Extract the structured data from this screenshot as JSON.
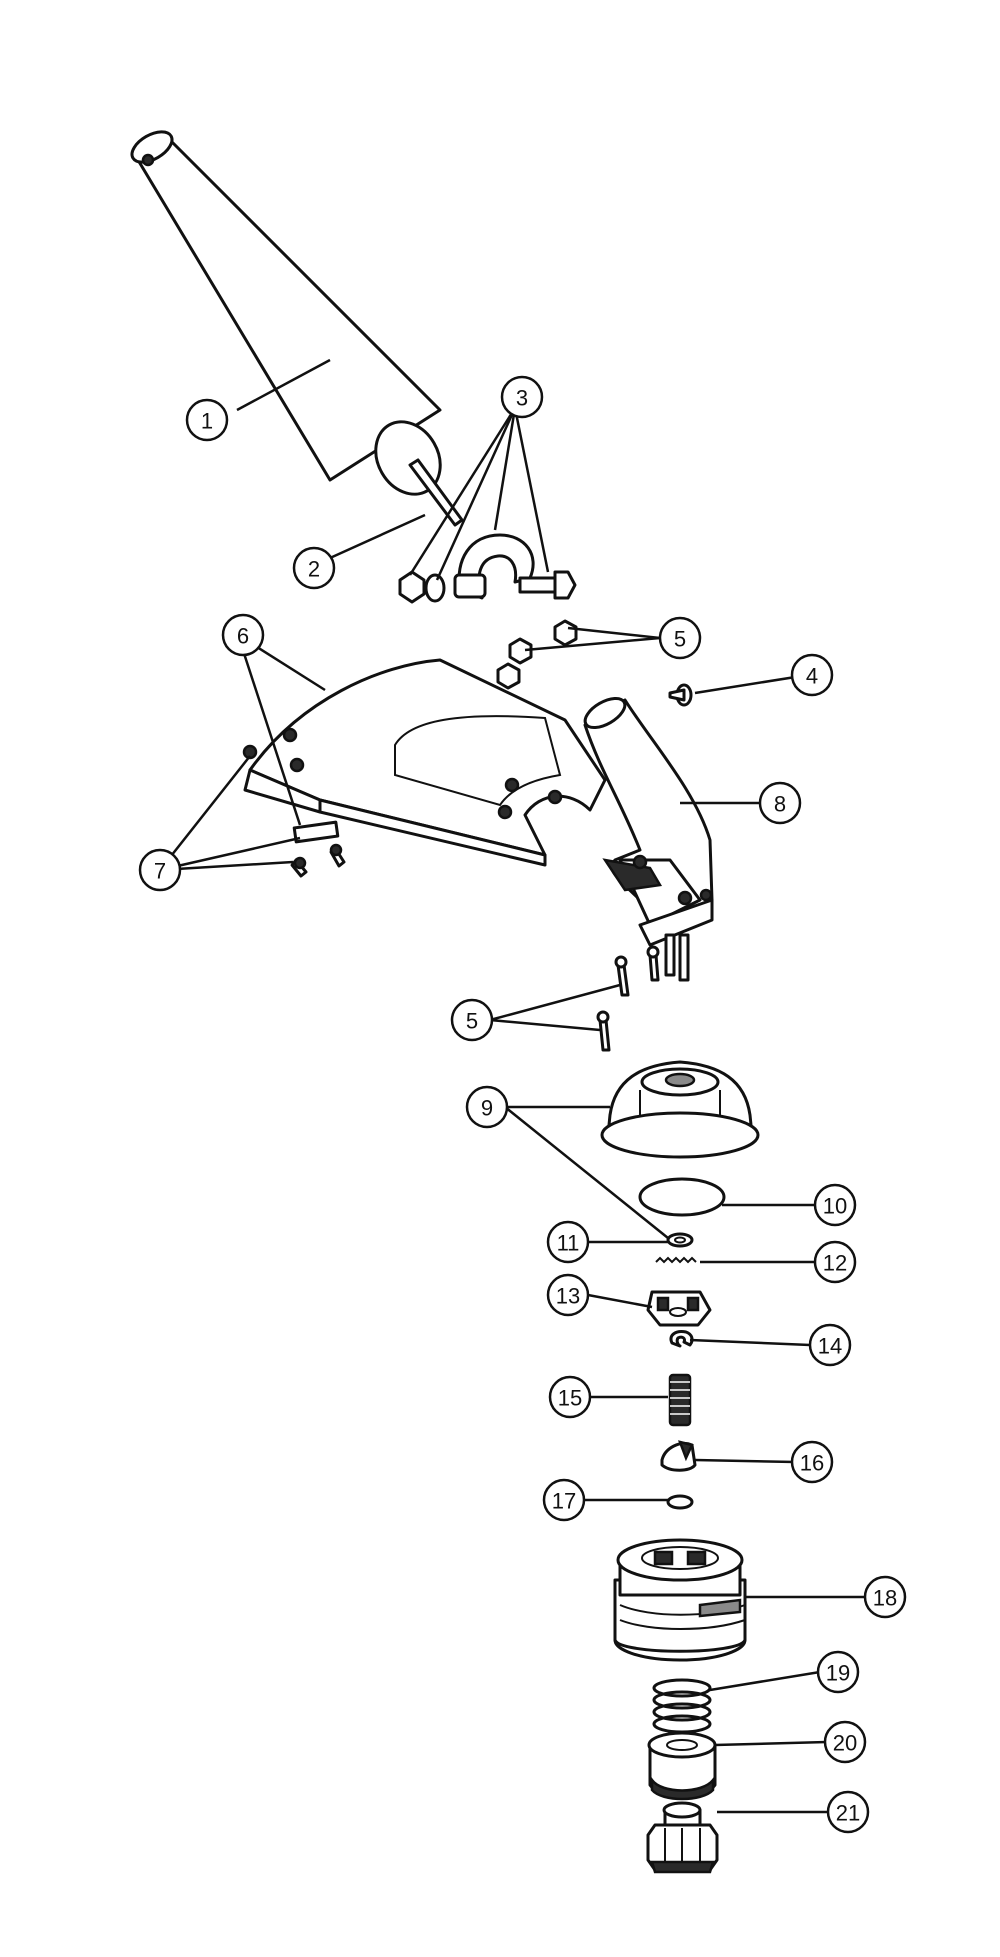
{
  "diagram": {
    "callouts": [
      {
        "id": "c1",
        "label": "1"
      },
      {
        "id": "c2",
        "label": "2"
      },
      {
        "id": "c3",
        "label": "3"
      },
      {
        "id": "c4",
        "label": "4"
      },
      {
        "id": "c5a",
        "label": "5"
      },
      {
        "id": "c5b",
        "label": "5"
      },
      {
        "id": "c6",
        "label": "6"
      },
      {
        "id": "c7",
        "label": "7"
      },
      {
        "id": "c8",
        "label": "8"
      },
      {
        "id": "c9",
        "label": "9"
      },
      {
        "id": "c10",
        "label": "10"
      },
      {
        "id": "c11",
        "label": "11"
      },
      {
        "id": "c12",
        "label": "12"
      },
      {
        "id": "c13",
        "label": "13"
      },
      {
        "id": "c14",
        "label": "14"
      },
      {
        "id": "c15",
        "label": "15"
      },
      {
        "id": "c16",
        "label": "16"
      },
      {
        "id": "c17",
        "label": "17"
      },
      {
        "id": "c18",
        "label": "18"
      },
      {
        "id": "c19",
        "label": "19"
      },
      {
        "id": "c20",
        "label": "20"
      },
      {
        "id": "c21",
        "label": "21"
      }
    ]
  }
}
